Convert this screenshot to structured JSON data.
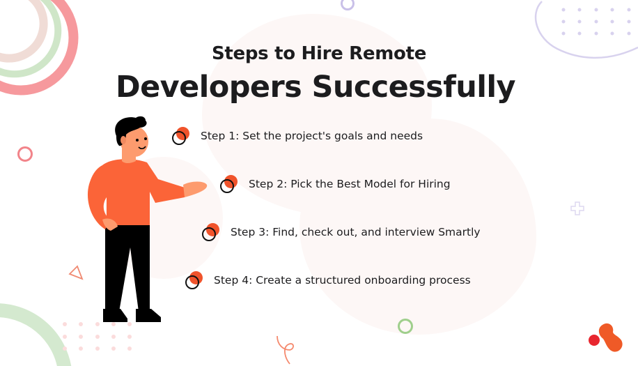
{
  "header": {
    "title_line1": "Steps to Hire Remote",
    "title_line2": "Developers Successfully"
  },
  "steps": [
    {
      "label": "Step 1: Set the project's goals and needs"
    },
    {
      "label": "Step 2: Pick the Best Model for Hiring"
    },
    {
      "label": "Step 3: Find, check out, and interview Smartly"
    },
    {
      "label": "Step 4: Create a structured onboarding process"
    }
  ],
  "illustration": {
    "subject": "man-pointing-at-steps",
    "shirt_color": "#fb6438",
    "skin_color": "#fd9b6e",
    "pants_color": "#000000",
    "hair_color": "#000000"
  },
  "colors": {
    "accent": "#f0532b",
    "title": "#1c1c1e",
    "blob_bg": "#fdf7f6",
    "deco_pink": "#f58e92",
    "deco_green": "#cfe6c8",
    "deco_beige": "#f0dcd6",
    "deco_purple": "#d8d2ee",
    "logo_red": "#e8262f",
    "logo_orange": "#ef5a27"
  },
  "decorations": {
    "logo_icon": "brand-molecule-logo"
  }
}
